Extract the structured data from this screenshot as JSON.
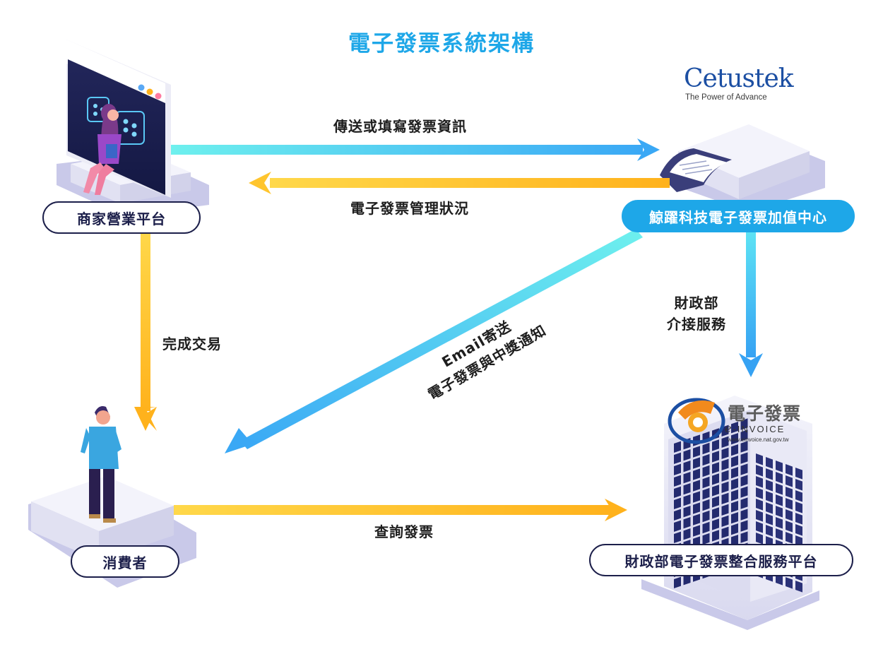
{
  "title": "電子發票系統架構",
  "nodes": {
    "merchant": "商家營業平台",
    "value_center": "鯨躍科技電子發票加值中心",
    "consumer": "消費者",
    "platform": "財政部電子發票整合服務平台"
  },
  "flows": {
    "send_invoice": "傳送或填寫發票資訊",
    "management_status": "電子發票管理狀況",
    "complete_transaction": "完成交易",
    "mof_line1": "財政部",
    "mof_line2": "介接服務",
    "email_line1": "Email寄送",
    "email_line2": "電子發票與中獎通知",
    "query_invoice": "查詢發票"
  },
  "logos": {
    "cetustek_name": "Cetustek",
    "cetustek_tagline": "The Power of Advance",
    "einvoice_zh": "電子發票",
    "einvoice_en": "-INVOICE",
    "einvoice_e": "e",
    "einvoice_url": "www.einvoice.nat.gov.tw"
  },
  "colors": {
    "accent_blue": "#1ea7e8",
    "arrow_cyan": "#3fd8f0",
    "arrow_yellow": "#ffc32a",
    "navy": "#1c1f4a"
  }
}
